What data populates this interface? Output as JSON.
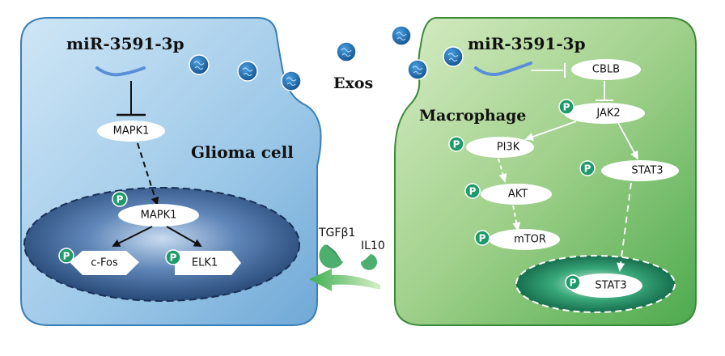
{
  "glioma": {
    "mirna": "miR-3591-3p",
    "title": "Glioma cell",
    "mapk1_cyto": "MAPK1",
    "mapk1_nuc": "MAPK1",
    "cfos": "c-Fos",
    "elk1": "ELK1"
  },
  "exos": "Exos",
  "macrophage": {
    "mirna": "miR-3591-3p",
    "title": "Macrophage",
    "cblb": "CBLB",
    "jak2": "JAK2",
    "pi3k": "PI3K",
    "akt": "AKT",
    "mtor": "mTOR",
    "stat3": "STAT3",
    "stat3_nuc": "STAT3"
  },
  "cytokines": {
    "tgfb1": "TGFβ1",
    "il10": "IL10"
  },
  "phospho_label": "P",
  "colors": {
    "glioma_fill": "#8fbfe0",
    "macrophage_fill": "#7cbf6a",
    "nucleus_dark": "#1e3f6d",
    "nucleus_green": "#0a6b4a",
    "phospho": "#1f9a6a",
    "exosome": "#1f6fb0"
  }
}
